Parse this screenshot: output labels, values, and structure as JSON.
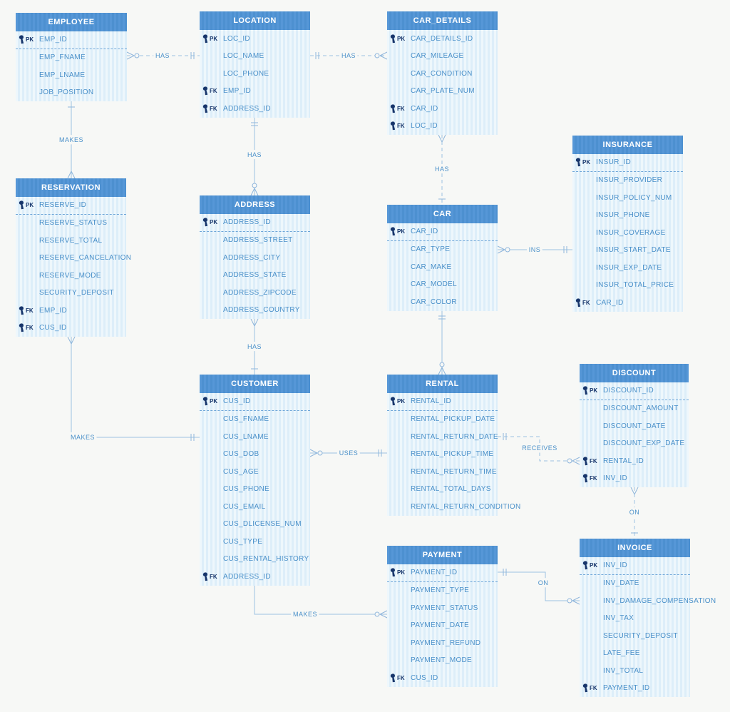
{
  "diagram": {
    "type": "entity-relationship",
    "subject": "car rental database schema",
    "background_color": "#f7f8f6"
  },
  "colors": {
    "entity_header": "#5697d7",
    "entity_body": "#e6f2fa",
    "field_text": "#4a90c9",
    "key_icon": "#17356b",
    "connector": "#9cc2e2"
  },
  "entities": {
    "employee": {
      "title": "EMPLOYEE",
      "divider_after_pk": true,
      "fields": [
        {
          "key": "PK",
          "name": "EMP_ID"
        },
        {
          "name": "EMP_FNAME"
        },
        {
          "name": "EMP_LNAME"
        },
        {
          "name": "JOB_POSITION"
        }
      ]
    },
    "location": {
      "title": "LOCATION",
      "divider_after_pk": false,
      "fields": [
        {
          "key": "PK",
          "name": "LOC_ID"
        },
        {
          "name": "LOC_NAME"
        },
        {
          "name": "LOC_PHONE"
        },
        {
          "key": "FK",
          "name": "EMP_ID"
        },
        {
          "key": "FK",
          "name": "ADDRESS_ID"
        }
      ]
    },
    "car_details": {
      "title": "CAR_DETAILS",
      "divider_after_pk": false,
      "fields": [
        {
          "key": "PK",
          "name": "CAR_DETAILS_ID"
        },
        {
          "name": "CAR_MILEAGE"
        },
        {
          "name": "CAR_CONDITION"
        },
        {
          "name": "CAR_PLATE_NUM"
        },
        {
          "key": "FK",
          "name": "CAR_ID"
        },
        {
          "key": "FK",
          "name": "LOC_ID"
        }
      ]
    },
    "insurance": {
      "title": "INSURANCE",
      "divider_after_pk": true,
      "fields": [
        {
          "key": "PK",
          "name": "INSUR_ID"
        },
        {
          "name": "INSUR_PROVIDER"
        },
        {
          "name": "INSUR_POLICY_NUM"
        },
        {
          "name": "INSUR_PHONE"
        },
        {
          "name": "INSUR_COVERAGE"
        },
        {
          "name": "INSUR_START_DATE"
        },
        {
          "name": "INSUR_EXP_DATE"
        },
        {
          "name": "INSUR_TOTAL_PRICE"
        },
        {
          "key": "FK",
          "name": "CAR_ID"
        }
      ]
    },
    "reservation": {
      "title": "RESERVATION",
      "divider_after_pk": true,
      "fields": [
        {
          "key": "PK",
          "name": "RESERVE_ID"
        },
        {
          "name": "RESERVE_STATUS"
        },
        {
          "name": "RESERVE_TOTAL"
        },
        {
          "name": "RESERVE_CANCELATION"
        },
        {
          "name": "RESERVE_MODE"
        },
        {
          "name": "SECURITY_DEPOSIT"
        },
        {
          "key": "FK",
          "name": "EMP_ID"
        },
        {
          "key": "FK",
          "name": "CUS_ID"
        }
      ]
    },
    "address": {
      "title": "ADDRESS",
      "divider_after_pk": true,
      "fields": [
        {
          "key": "PK",
          "name": "ADDRESS_ID"
        },
        {
          "name": "ADDRESS_STREET"
        },
        {
          "name": "ADDRESS_CITY"
        },
        {
          "name": "ADDRESS_STATE"
        },
        {
          "name": "ADDRESS_ZIPCODE"
        },
        {
          "name": "ADDRESS_COUNTRY"
        }
      ]
    },
    "car": {
      "title": "CAR",
      "divider_after_pk": true,
      "fields": [
        {
          "key": "PK",
          "name": "CAR_ID"
        },
        {
          "name": "CAR_TYPE"
        },
        {
          "name": "CAR_MAKE"
        },
        {
          "name": "CAR_MODEL"
        },
        {
          "name": "CAR_COLOR"
        }
      ]
    },
    "customer": {
      "title": "CUSTOMER",
      "divider_after_pk": true,
      "fields": [
        {
          "key": "PK",
          "name": "CUS_ID"
        },
        {
          "name": "CUS_FNAME"
        },
        {
          "name": "CUS_LNAME"
        },
        {
          "name": "CUS_DOB"
        },
        {
          "name": "CUS_AGE"
        },
        {
          "name": "CUS_PHONE"
        },
        {
          "name": "CUS_EMAIL"
        },
        {
          "name": "CUS_DLICENSE_NUM"
        },
        {
          "name": "CUS_TYPE"
        },
        {
          "name": "CUS_RENTAL_HISTORY"
        },
        {
          "key": "FK",
          "name": "ADDRESS_ID"
        }
      ]
    },
    "rental": {
      "title": "RENTAL",
      "divider_after_pk": true,
      "fields": [
        {
          "key": "PK",
          "name": "RENTAL_ID"
        },
        {
          "name": "RENTAL_PICKUP_DATE"
        },
        {
          "name": "RENTAL_RETURN_DATE"
        },
        {
          "name": "RENTAL_PICKUP_TIME"
        },
        {
          "name": "RENTAL_RETURN_TIME"
        },
        {
          "name": "RENTAL_TOTAL_DAYS"
        },
        {
          "name": "RENTAL_RETURN_CONDITION"
        }
      ]
    },
    "discount": {
      "title": "DISCOUNT",
      "divider_after_pk": true,
      "fields": [
        {
          "key": "PK",
          "name": "DISCOUNT_ID"
        },
        {
          "name": "DISCOUNT_AMOUNT"
        },
        {
          "name": "DISCOUNT_DATE"
        },
        {
          "name": "DISCOUNT_EXP_DATE"
        },
        {
          "key": "FK",
          "name": "RENTAL_ID"
        },
        {
          "key": "FK",
          "name": "INV_ID"
        }
      ]
    },
    "payment": {
      "title": "PAYMENT",
      "divider_after_pk": true,
      "fields": [
        {
          "key": "PK",
          "name": "PAYMENT_ID"
        },
        {
          "name": "PAYMENT_TYPE"
        },
        {
          "name": "PAYMENT_STATUS"
        },
        {
          "name": "PAYMENT_DATE"
        },
        {
          "name": "PAYMENT_REFUND"
        },
        {
          "name": "PAYMENT_MODE"
        },
        {
          "key": "FK",
          "name": "CUS_ID"
        }
      ]
    },
    "invoice": {
      "title": "INVOICE",
      "divider_after_pk": true,
      "fields": [
        {
          "key": "PK",
          "name": "INV_ID"
        },
        {
          "name": "INV_DATE"
        },
        {
          "name": "INV_DAMAGE_COMPENSATION"
        },
        {
          "name": "INV_TAX"
        },
        {
          "name": "SECURITY_DEPOSIT"
        },
        {
          "name": "LATE_FEE"
        },
        {
          "name": "INV_TOTAL"
        },
        {
          "key": "FK",
          "name": "PAYMENT_ID"
        }
      ]
    }
  },
  "relationships": {
    "emp_loc": {
      "from": "EMPLOYEE",
      "to": "LOCATION",
      "label": "HAS",
      "from_cardinality": "zero-or-many",
      "to_cardinality": "one",
      "line": "dashed"
    },
    "loc_cd": {
      "from": "LOCATION",
      "to": "CAR_DETAILS",
      "label": "HAS",
      "from_cardinality": "one",
      "to_cardinality": "zero-or-many",
      "line": "dashed"
    },
    "emp_resv": {
      "from": "EMPLOYEE",
      "to": "RESERVATION",
      "label": "MAKES",
      "from_cardinality": "one",
      "to_cardinality": "many",
      "line": "solid"
    },
    "loc_addr": {
      "from": "LOCATION",
      "to": "ADDRESS",
      "label": "HAS",
      "from_cardinality": "one",
      "to_cardinality": "zero-or-many",
      "line": "solid"
    },
    "cd_car": {
      "from": "CAR_DETAILS",
      "to": "CAR",
      "label": "HAS",
      "from_cardinality": "many",
      "to_cardinality": "one",
      "line": "dashed"
    },
    "car_ins": {
      "from": "CAR",
      "to": "INSURANCE",
      "label": "INS",
      "from_cardinality": "zero-or-many",
      "to_cardinality": "one",
      "line": "solid"
    },
    "car_rental": {
      "from": "CAR",
      "to": "RENTAL",
      "label": "",
      "from_cardinality": "one",
      "to_cardinality": "zero-or-many",
      "line": "solid"
    },
    "addr_cust": {
      "from": "ADDRESS",
      "to": "CUSTOMER",
      "label": "HAS",
      "from_cardinality": "many",
      "to_cardinality": "one",
      "line": "solid"
    },
    "resv_cust": {
      "from": "RESERVATION",
      "to": "CUSTOMER",
      "label": "MAKES",
      "from_cardinality": "many",
      "to_cardinality": "one",
      "line": "solid"
    },
    "cust_rental": {
      "from": "CUSTOMER",
      "to": "RENTAL",
      "label": "USES",
      "from_cardinality": "zero-or-many",
      "to_cardinality": "one",
      "line": "solid"
    },
    "rental_disc": {
      "from": "RENTAL",
      "to": "DISCOUNT",
      "label": "RECEIVES",
      "from_cardinality": "one",
      "to_cardinality": "zero-or-many",
      "line": "dashed"
    },
    "disc_inv": {
      "from": "DISCOUNT",
      "to": "INVOICE",
      "label": "ON",
      "from_cardinality": "many",
      "to_cardinality": "one",
      "line": "dashed"
    },
    "pay_inv": {
      "from": "PAYMENT",
      "to": "INVOICE",
      "label": "ON",
      "from_cardinality": "one",
      "to_cardinality": "zero-or-many",
      "line": "solid"
    },
    "cust_pay": {
      "from": "CUSTOMER",
      "to": "PAYMENT",
      "label": "MAKES",
      "from_cardinality": "one",
      "to_cardinality": "zero-or-many",
      "line": "solid"
    }
  },
  "key_labels": {
    "primary": "PK",
    "foreign": "FK"
  }
}
